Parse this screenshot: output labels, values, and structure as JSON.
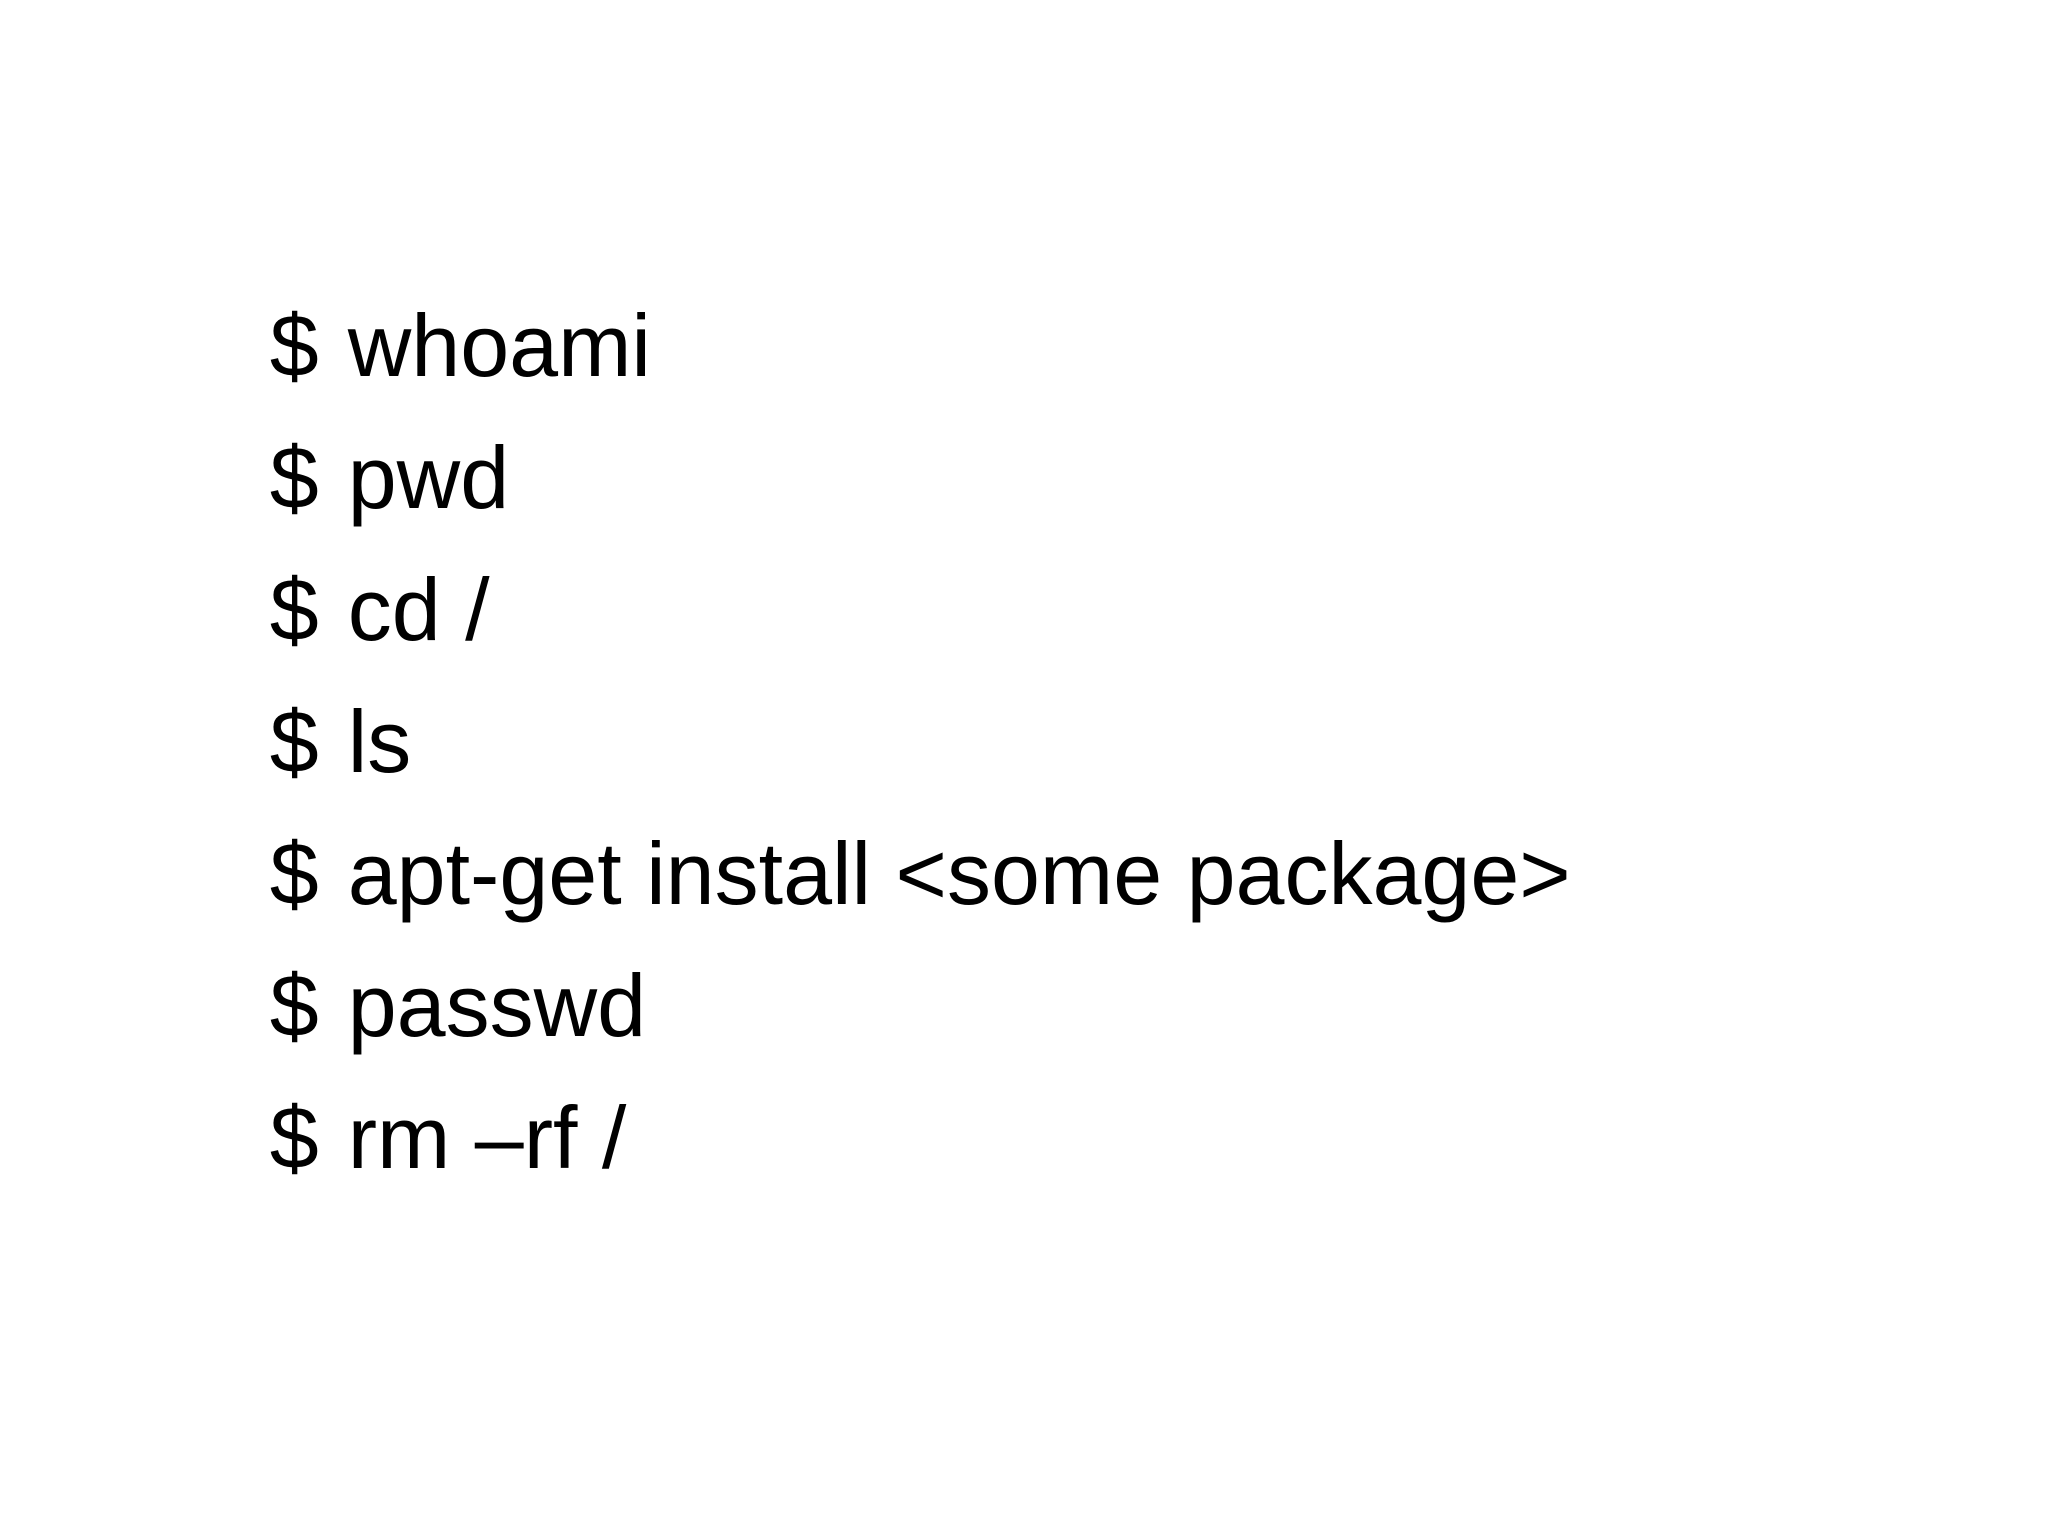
{
  "slide": {
    "prompt": "$",
    "commands": [
      "whoami",
      "pwd",
      "cd /",
      "ls",
      "apt-get install <some package>",
      "passwd",
      "rm –rf /"
    ]
  }
}
